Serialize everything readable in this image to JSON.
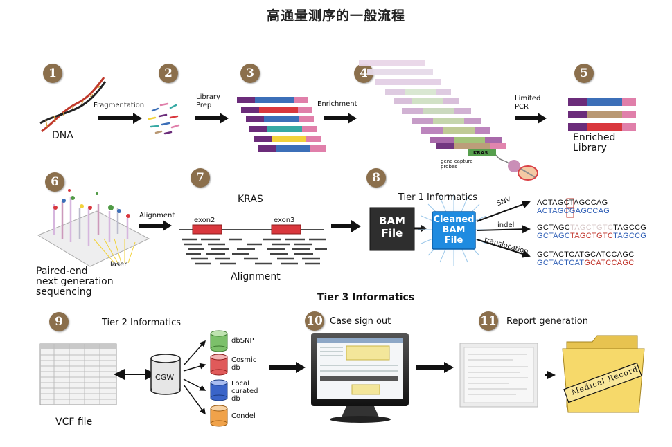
{
  "title": "高通量测序的一般流程",
  "steps": [
    "1",
    "2",
    "3",
    "4",
    "5",
    "6",
    "7",
    "8",
    "9",
    "10",
    "11"
  ],
  "row1": {
    "dna": "DNA",
    "fragmentation": "Fragmentation",
    "library_prep": "Library\nPrep",
    "enrichment": "Enrichment",
    "kras_tag": "KRAS",
    "gene_capture": "gene capture\nprobes",
    "limited_pcr": "Limited\nPCR",
    "enriched_library": "Enriched\nLibrary"
  },
  "row2": {
    "alignment_arrow": "Alignment",
    "sequencing": "Paired-end\nnext generation\nsequencing",
    "laser": "laser",
    "kras": "KRAS",
    "exon2": "exon2",
    "exon3": "exon3",
    "alignment": "Alignment",
    "tier1": "Tier 1 Informatics",
    "bam_file": "BAM\nFile",
    "cleaned_bam": "Cleaned\nBAM\nFile",
    "snv": "SNV",
    "indel": "indel",
    "translocation": "translocation",
    "seq_snv": [
      [
        {
          "t": "ACTAGCTAGCCAG",
          "c": "black"
        }
      ],
      [
        {
          "t": "ACTAGCGAGCCAG",
          "c": "blue"
        }
      ]
    ],
    "seq_indel": [
      [
        {
          "t": "GCTAGC",
          "c": "black"
        },
        {
          "t": "TAGCTGTC",
          "c": "faint"
        },
        {
          "t": "TAGCCG",
          "c": "black"
        }
      ],
      [
        {
          "t": "GCTAGC",
          "c": "blue"
        },
        {
          "t": "TAGCTGTC",
          "c": "red"
        },
        {
          "t": "TAGCCG",
          "c": "blue"
        }
      ]
    ],
    "seq_trans": [
      [
        {
          "t": "GCTACTCATGCATCCAGC",
          "c": "black"
        }
      ],
      [
        {
          "t": "GCTACTCAT",
          "c": "blue"
        },
        {
          "t": "GCATCCAGC",
          "c": "red"
        }
      ]
    ]
  },
  "row3": {
    "tier3": "Tier 3 Informatics",
    "tier2": "Tier 2 Informatics",
    "vcf": "VCF file",
    "cgw": "CGW",
    "dbs": [
      "dbSNP",
      "Cosmic\ndb",
      "Local\ncurated\ndb",
      "Condel"
    ],
    "case_sign_out": "Case sign out",
    "report_generation": "Report generation",
    "medical_record": "Medical Record"
  },
  "colors": {
    "step_badge": "#8b6f4c",
    "purple": "#6b2c7a",
    "blue": "#3c6fb8",
    "red": "#d9373d",
    "tan": "#b99873",
    "teal": "#37a9a4",
    "yellow": "#f2d23b",
    "pink": "#e07faa",
    "green_db": "#7cc06a",
    "red_db": "#e05a5a",
    "blue_db": "#3a64c8",
    "orange_db": "#f0a24a"
  }
}
